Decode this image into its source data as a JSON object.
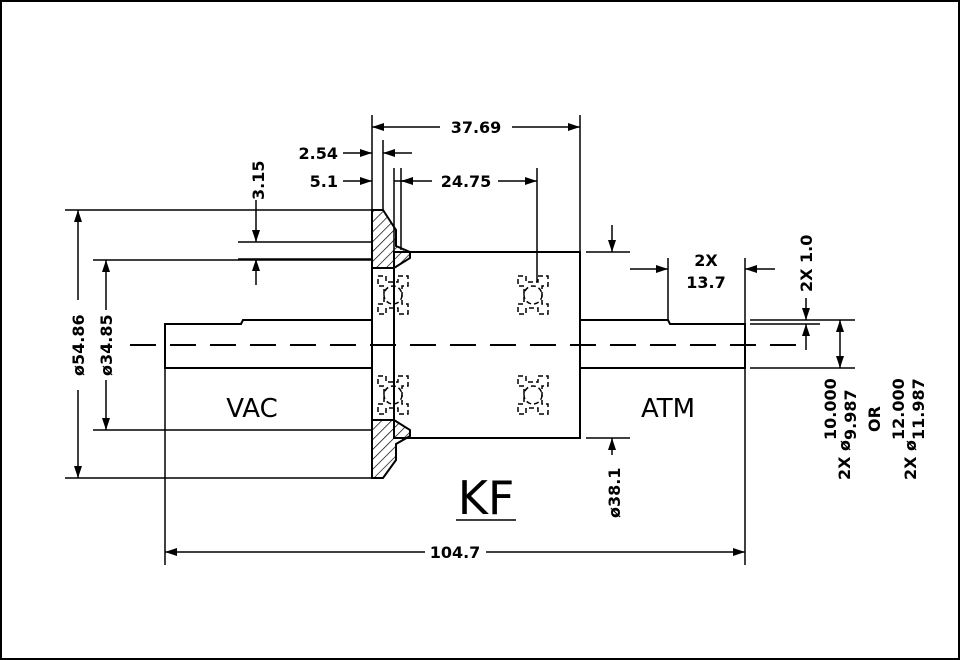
{
  "dimensions": {
    "overall_width": "37.69",
    "flange_thickness": "2.54",
    "lip": "5.1",
    "bearing_spacing": "24.75",
    "groove_depth": "3.15",
    "flange_od": "ø54.86",
    "bore_od": "ø34.85",
    "body_od": "ø38.1",
    "shaft_length": "104.7",
    "groove_width_qty": "2X",
    "groove_width": "13.7",
    "groove_depth2": "2X 1.0",
    "shaft_dia_a_qty": "2X ø",
    "shaft_dia_a_max": "10.000",
    "shaft_dia_a_min": "9.987",
    "or_text": "OR",
    "shaft_dia_b_qty": "2X ø",
    "shaft_dia_b_max": "12.000",
    "shaft_dia_b_min": "11.987"
  },
  "labels": {
    "vacuum_side": "VAC",
    "atmosphere_side": "ATM",
    "flange_type": "KF"
  }
}
